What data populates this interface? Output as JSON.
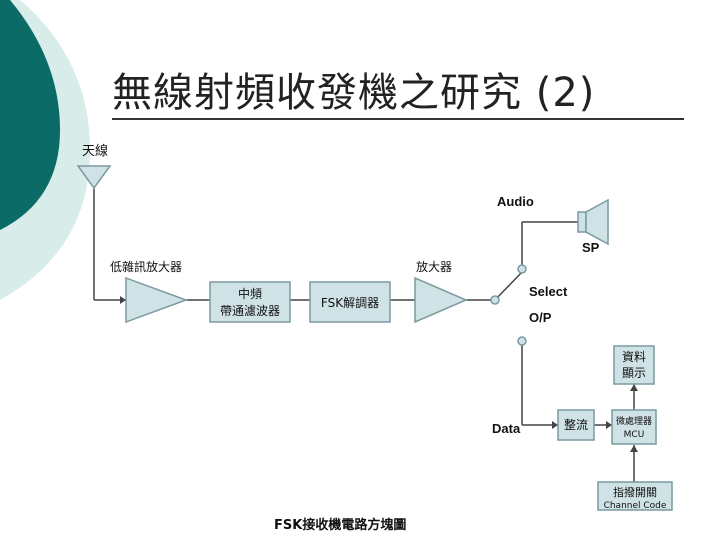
{
  "slide": {
    "title": "無線射頻收發機之研究 (2)",
    "caption": "FSK接收機電路方塊圖",
    "accent_teal": "#0b6b66",
    "accent_light": "#d8ecea"
  },
  "diagram": {
    "antenna_label": "天線",
    "amplifier1_label": "低雜訊放大器",
    "if_filter_line1": "中頻",
    "if_filter_line2": "帶通濾波器",
    "fsk_label": "FSK解調器",
    "amplifier2_label": "放大器",
    "audio_label": "Audio",
    "sp_label": "SP",
    "select_label": "Select",
    "op_label": "O/P",
    "data_label": "Data",
    "shaper_label": "整流",
    "mcu_line1": "微處理器",
    "mcu_line2": "MCU",
    "display_line1": "資料",
    "display_line2": "顯示",
    "channel_line1": "指撥開關",
    "channel_line2": "Channel Code",
    "box_fill": "#cfe3e6",
    "box_stroke": "#7a9aa0"
  }
}
